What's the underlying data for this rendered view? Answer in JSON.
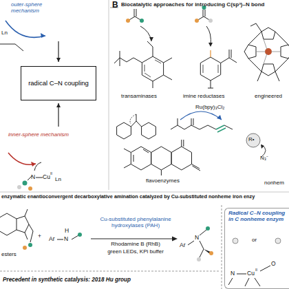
{
  "diagram": {
    "nodes": [
      {
        "text": [
          "radical C–N coupling"
        ]
      },
      {
        "text": [
          "Radical C–N coupling in C nonheme enzym"
        ]
      }
    ],
    "labels": [
      "B",
      "Biocatalytic approaches for introducing C(sp³)–N bond",
      "Ln",
      "outer-sphere mechanism",
      "inner-sphere mechanism",
      "N",
      "Cu",
      "II",
      "Ln",
      "transaminases",
      "imine reductases",
      "engineered",
      "Ru(bpy)₃Cl₂",
      "flavoenzymes",
      "R•",
      "N₃⁻",
      "nonhem",
      "enzymatic enantioconvergent decarboxylative amination catalyzed by Cu-substituted nonheme iron enzy",
      "esters",
      "+",
      "Ar",
      "N",
      "H",
      "Cu-substituted phenylalanine hydroxylases (PAH)",
      "Rhodamine B (RhB)",
      "green LEDs, KPi buffer",
      "Ar",
      "N",
      "Precedent in synthetic catalysis: 2018 Hu group",
      "or",
      "N",
      "Cu",
      "II",
      "O"
    ]
  }
}
